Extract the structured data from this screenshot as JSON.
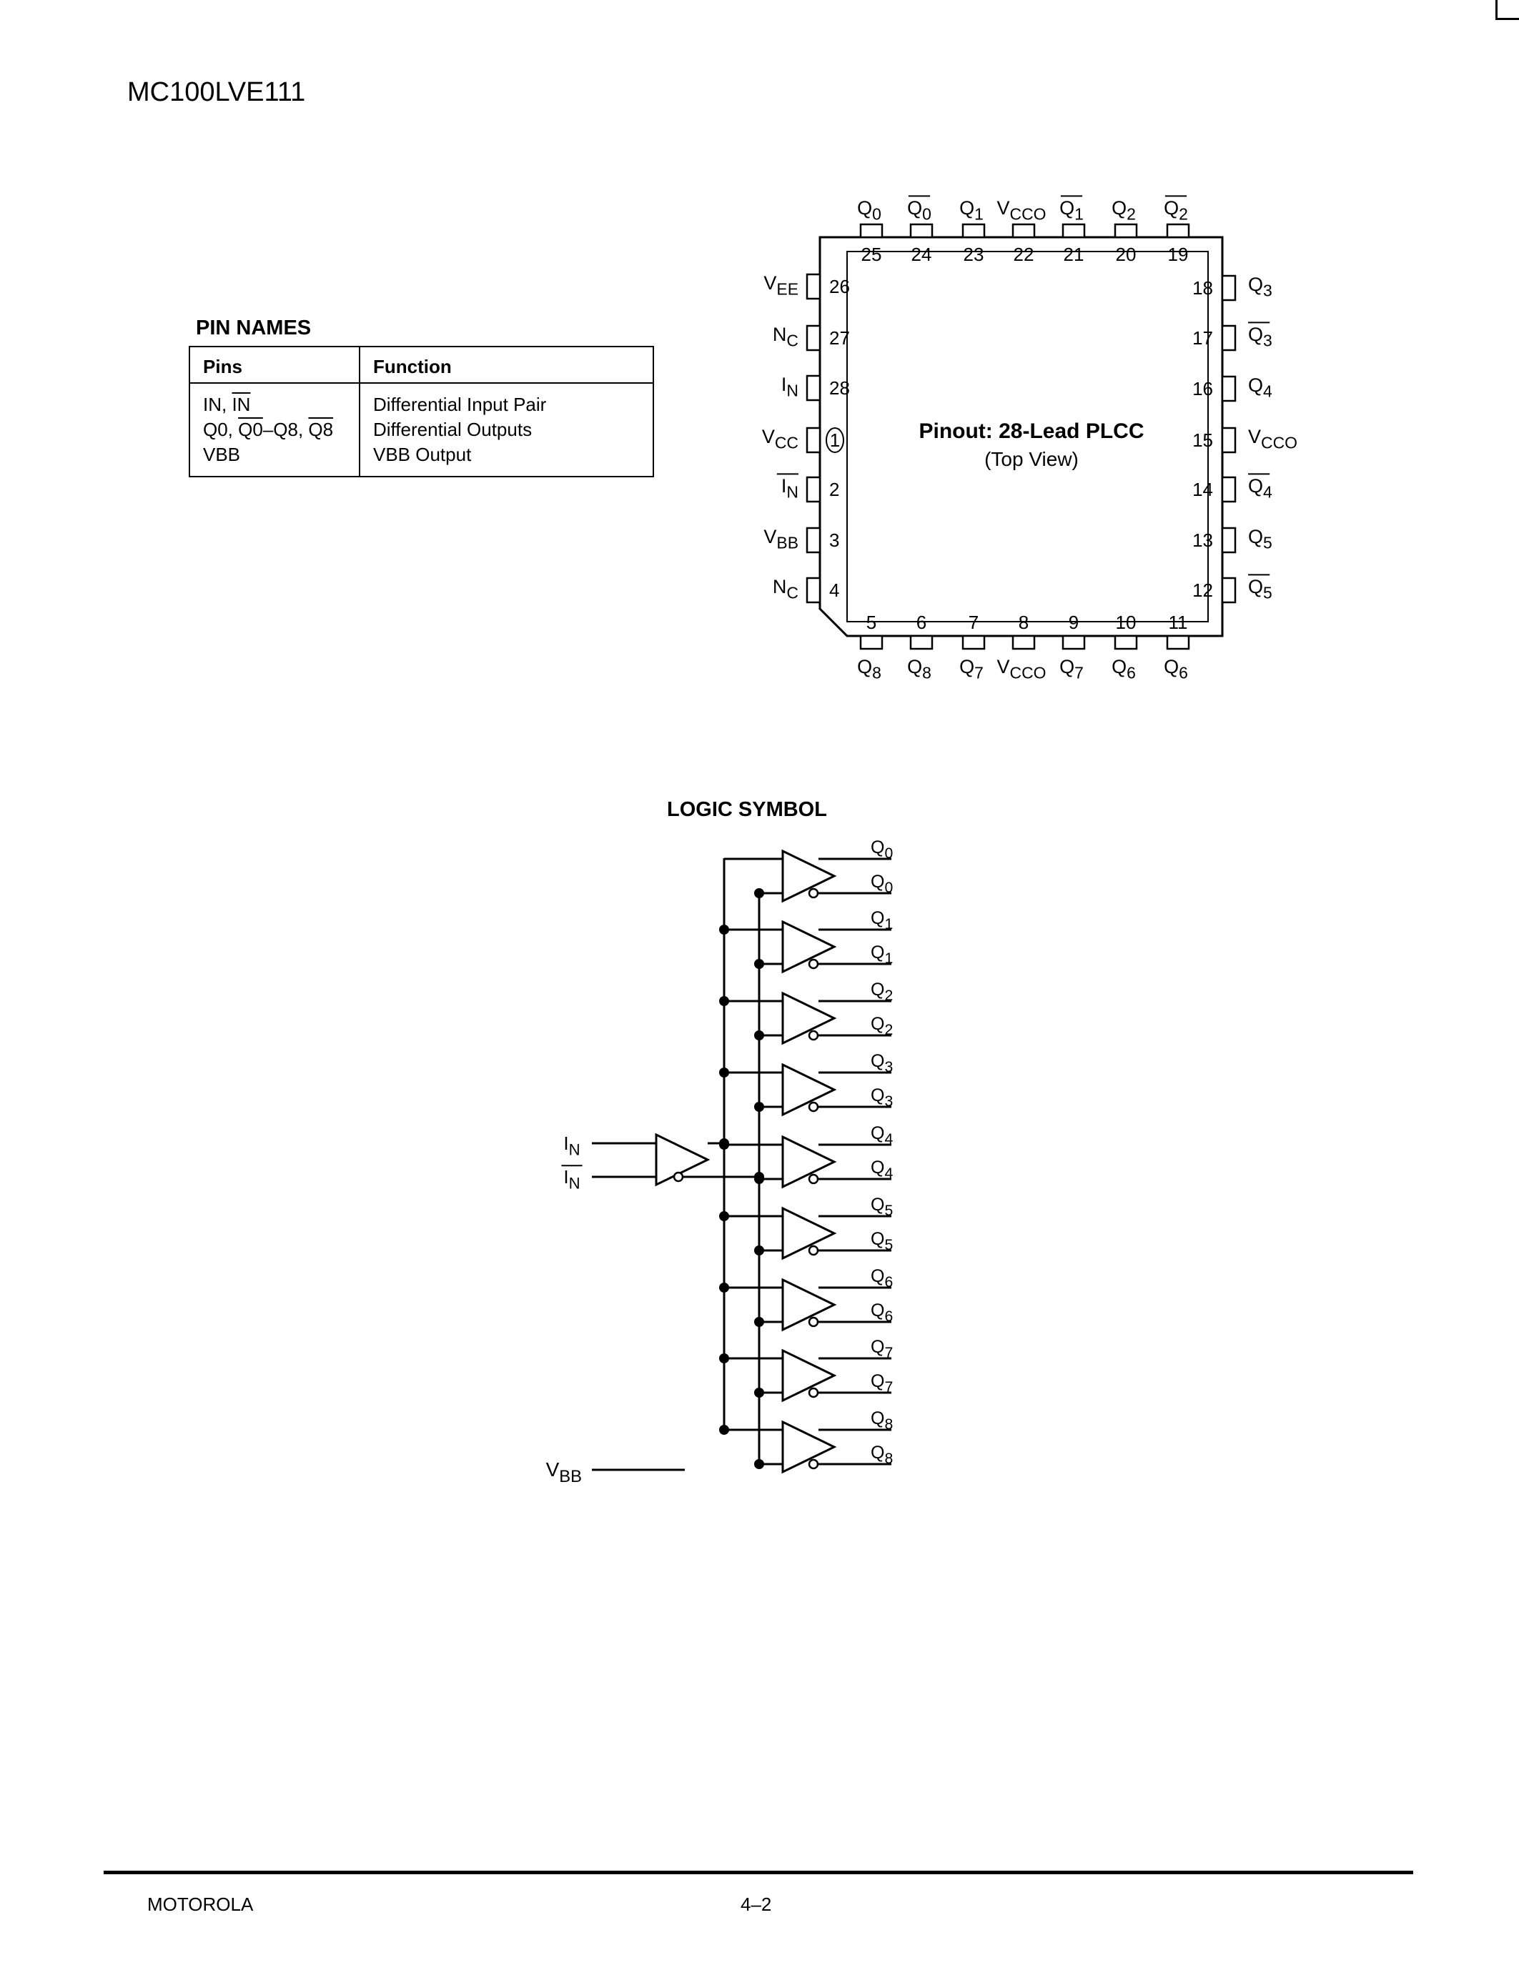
{
  "header": {
    "part_number": "MC100LVE111"
  },
  "pin_names": {
    "title": "PIN NAMES",
    "columns": [
      "Pins",
      "Function"
    ],
    "rows": [
      {
        "pins": [
          "IN, ",
          "IN"
        ],
        "function": "Differential Input Pair"
      },
      {
        "pins": [
          "Q0, ",
          "Q0",
          "–Q8, ",
          "Q8"
        ],
        "function": "Differential Outputs"
      },
      {
        "pins": [
          "VBB"
        ],
        "function": "VBB Output"
      }
    ]
  },
  "pinout": {
    "title": "Pinout: 28-Lead PLCC",
    "subtitle": "(Top View)",
    "top_pins": [
      {
        "num": "25",
        "label": "Q0",
        "bar": false
      },
      {
        "num": "24",
        "label": "Q0",
        "bar": true
      },
      {
        "num": "23",
        "label": "Q1",
        "bar": false
      },
      {
        "num": "22",
        "label": "VCCO",
        "bar": false
      },
      {
        "num": "21",
        "label": "Q1",
        "bar": true
      },
      {
        "num": "20",
        "label": "Q2",
        "bar": false
      },
      {
        "num": "19",
        "label": "Q2",
        "bar": true
      }
    ],
    "left_pins": [
      {
        "num": "26",
        "label": "VEE",
        "bar": false
      },
      {
        "num": "27",
        "label": "NC",
        "bar": false
      },
      {
        "num": "28",
        "label": "IN",
        "bar": false
      },
      {
        "num": "1",
        "label": "VCC",
        "bar": false
      },
      {
        "num": "2",
        "label": "IN",
        "bar": true
      },
      {
        "num": "3",
        "label": "VBB",
        "bar": false
      },
      {
        "num": "4",
        "label": "NC",
        "bar": false
      }
    ],
    "right_pins": [
      {
        "num": "18",
        "label": "Q3",
        "bar": false
      },
      {
        "num": "17",
        "label": "Q3",
        "bar": true
      },
      {
        "num": "16",
        "label": "Q4",
        "bar": false
      },
      {
        "num": "15",
        "label": "VCCO",
        "bar": false
      },
      {
        "num": "14",
        "label": "Q4",
        "bar": true
      },
      {
        "num": "13",
        "label": "Q5",
        "bar": false
      },
      {
        "num": "12",
        "label": "Q5",
        "bar": true
      }
    ],
    "bottom_pins": [
      {
        "num": "5",
        "label": "Q8",
        "bar": false
      },
      {
        "num": "6",
        "label": "Q8",
        "bar": false
      },
      {
        "num": "7",
        "label": "Q7",
        "bar": false
      },
      {
        "num": "8",
        "label": "VCCO",
        "bar": false
      },
      {
        "num": "9",
        "label": "Q7",
        "bar": false
      },
      {
        "num": "10",
        "label": "Q6",
        "bar": false
      },
      {
        "num": "11",
        "label": "Q6",
        "bar": false
      }
    ]
  },
  "logic_symbol": {
    "title": "LOGIC SYMBOL",
    "inputs": [
      {
        "label": "IN",
        "bar": false
      },
      {
        "label": "IN",
        "bar": true
      }
    ],
    "vbb_label": "VBB",
    "outputs": [
      {
        "q": "Q0",
        "qbar": "Q0"
      },
      {
        "q": "Q1",
        "qbar": "Q1"
      },
      {
        "q": "Q2",
        "qbar": "Q2"
      },
      {
        "q": "Q3",
        "qbar": "Q3"
      },
      {
        "q": "Q4",
        "qbar": "Q4"
      },
      {
        "q": "Q5",
        "qbar": "Q5"
      },
      {
        "q": "Q6",
        "qbar": "Q6"
      },
      {
        "q": "Q7",
        "qbar": "Q7"
      },
      {
        "q": "Q8",
        "qbar": "Q8"
      }
    ]
  },
  "footer": {
    "left": "MOTOROLA",
    "center": "4–2"
  }
}
